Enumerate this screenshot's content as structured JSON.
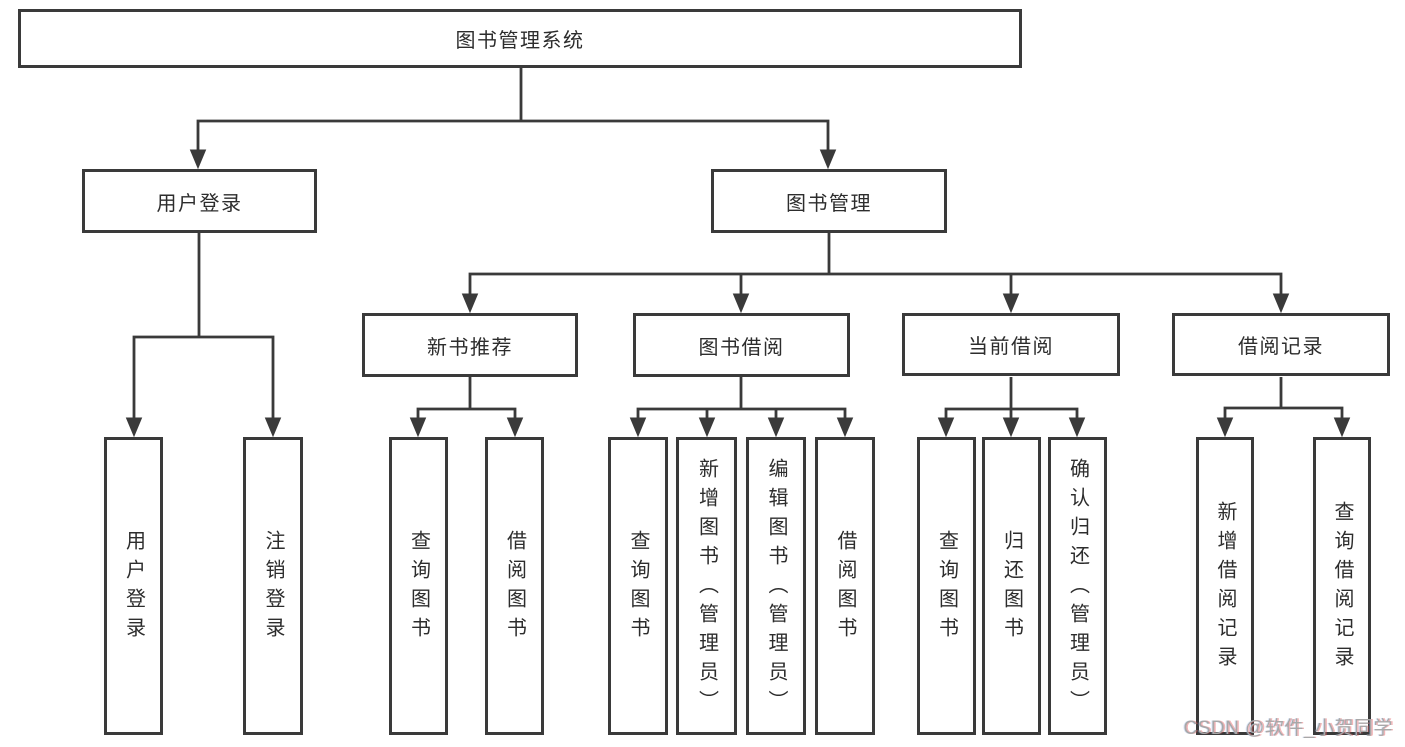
{
  "tree": {
    "root": {
      "label": "图书管理系统",
      "children": [
        {
          "label": "用户登录",
          "children": [
            {
              "label": "用户登录"
            },
            {
              "label": "注销登录"
            }
          ]
        },
        {
          "label": "图书管理",
          "children": [
            {
              "label": "新书推荐",
              "children": [
                {
                  "label": "查询图书"
                },
                {
                  "label": "借阅图书"
                }
              ]
            },
            {
              "label": "图书借阅",
              "children": [
                {
                  "label": "查询图书"
                },
                {
                  "label": "新增图书（管理员）"
                },
                {
                  "label": "编辑图书（管理员）"
                },
                {
                  "label": "借阅图书"
                }
              ]
            },
            {
              "label": "当前借阅",
              "children": [
                {
                  "label": "查询图书"
                },
                {
                  "label": "归还图书"
                },
                {
                  "label": "确认归还（管理员）"
                }
              ]
            },
            {
              "label": "借阅记录",
              "children": [
                {
                  "label": "新增借阅记录"
                },
                {
                  "label": "查询借阅记录"
                }
              ]
            }
          ]
        }
      ]
    }
  },
  "watermark": "CSDN @软件_小贺同学",
  "colors": {
    "line": "#3a3a3a",
    "text": "#2d2d2d",
    "background": "#ffffff",
    "watermark": "#a8a8a8"
  }
}
